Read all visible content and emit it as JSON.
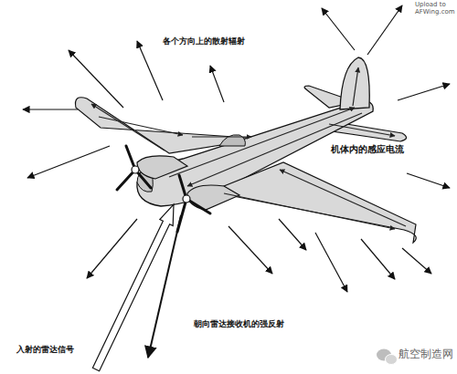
{
  "diagram": {
    "labels": [
      "各个方向上的散射辐射",
      "机体内的感应电流",
      "朝向雷达接收机的强反射",
      "入射的雷达信号",
      "Upload to AFWing.com",
      "航空制造网"
    ]
  }
}
